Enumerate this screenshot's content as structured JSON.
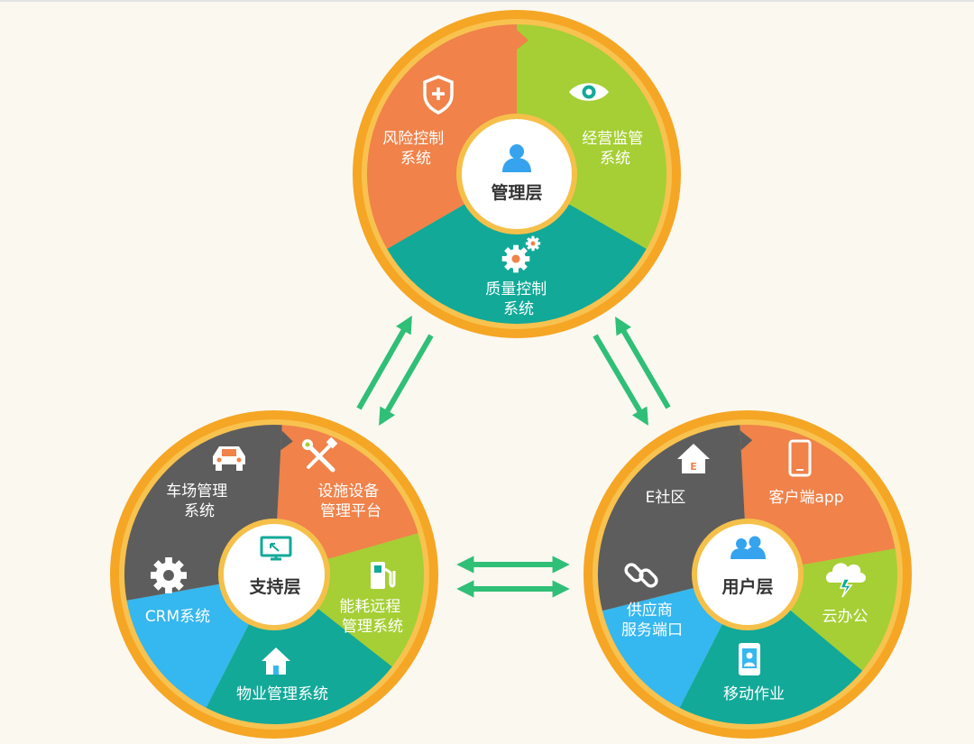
{
  "colors": {
    "background": "#fbf8f0",
    "ring": "#f5a624",
    "ring_inner": "#f8c24f",
    "hub_fill": "#ffffff",
    "hub_border": "#f5c04a",
    "arrow": "#2fbf77",
    "orange": "#f0824a",
    "green": "#a5cf34",
    "teal": "#12a998",
    "gray": "#5d5d5d",
    "sky": "#35b7ef",
    "person_icon": "#35a3ee"
  },
  "management": {
    "hub": {
      "label": "管理层",
      "icon": "person-icon"
    },
    "segments": [
      {
        "lines": [
          "风险控制",
          "系统"
        ],
        "color": "green",
        "icon": "shield-icon"
      },
      {
        "lines": [
          "经营监管",
          "系统"
        ],
        "color": "teal",
        "icon": "eye-icon"
      },
      {
        "lines": [
          "质量控制",
          "系统"
        ],
        "color": "orange",
        "icon": "gears-icon"
      }
    ]
  },
  "support": {
    "hub": {
      "label": "支持层",
      "icon": "monitor-icon"
    },
    "segments": [
      {
        "lines": [
          "车场管理",
          "系统"
        ],
        "color": "orange",
        "icon": "car-icon"
      },
      {
        "lines": [
          "设施设备",
          "管理平台"
        ],
        "color": "green",
        "icon": "tools-icon"
      },
      {
        "lines": [
          "能耗远程",
          "管理系统"
        ],
        "color": "teal",
        "icon": "fuel-pump-icon"
      },
      {
        "lines": [
          "物业管理系统"
        ],
        "color": "sky",
        "icon": "house-icon"
      },
      {
        "lines": [
          "CRM系统"
        ],
        "color": "gray",
        "icon": "gear-icon"
      }
    ]
  },
  "user": {
    "hub": {
      "label": "用户层",
      "icon": "users-icon"
    },
    "segments": [
      {
        "lines": [
          "E社区"
        ],
        "color": "orange",
        "icon": "e-home-icon"
      },
      {
        "lines": [
          "客户端app"
        ],
        "color": "green",
        "icon": "phone-icon"
      },
      {
        "lines": [
          "云办公"
        ],
        "color": "teal",
        "icon": "cloud-icon"
      },
      {
        "lines": [
          "移动作业"
        ],
        "color": "sky",
        "icon": "mobile-badge-icon"
      },
      {
        "lines": [
          "供应商",
          "服务端口"
        ],
        "color": "gray",
        "icon": "link-icon"
      }
    ]
  }
}
